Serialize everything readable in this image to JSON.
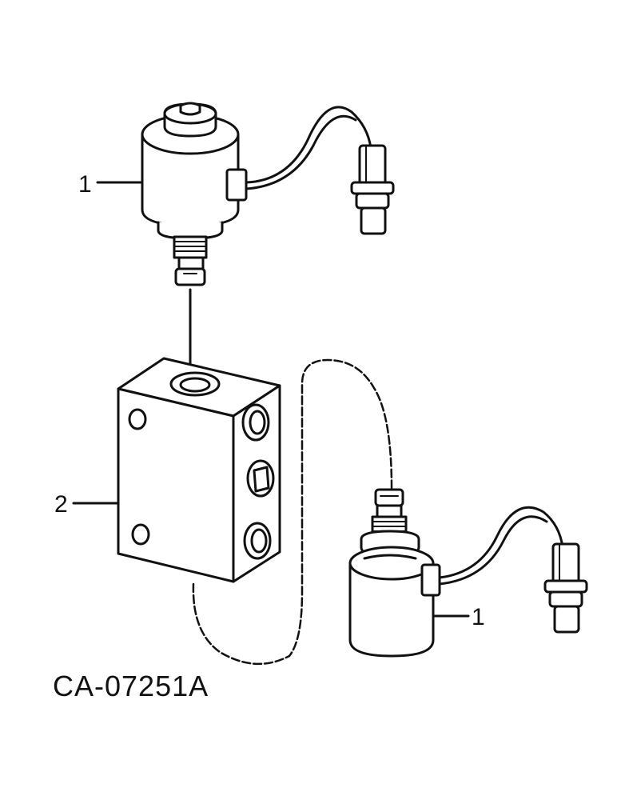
{
  "callouts": {
    "solenoid_top": "1",
    "valve_block": "2",
    "solenoid_bottom": "1"
  },
  "figure_id": "CA-07251A",
  "colors": {
    "ink": "#111111",
    "paper": "#ffffff"
  }
}
